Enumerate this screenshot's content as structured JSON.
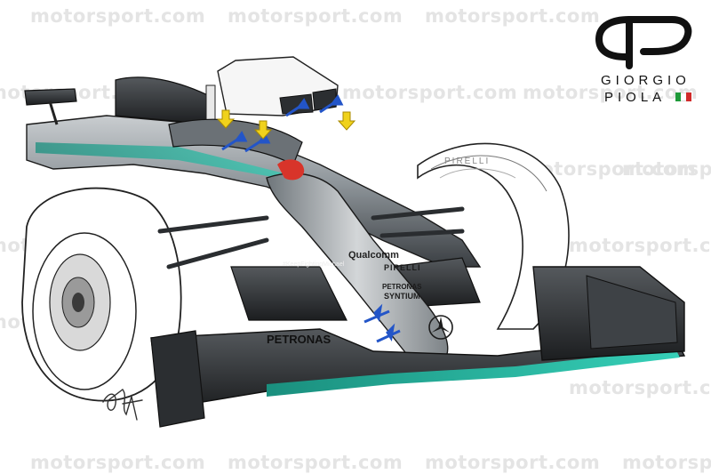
{
  "watermark": {
    "text": "motorsport.com",
    "color": "#e4e4e4"
  },
  "logo": {
    "name": "giorgio-piola-logo",
    "line1": "GIORGIO",
    "line2": "PIOLA",
    "flag_colors": [
      "#1f9a3a",
      "#ffffff",
      "#d02a2a"
    ]
  },
  "livery": {
    "qualcomm": "Qualcomm",
    "pirelli": "PIRELLI",
    "petronas_syntium_1": "PETRONAS",
    "petronas_syntium_2": "SYNTIUM",
    "petronas_wing": "PETRONAS",
    "hashtag": "#KeepFightingMichael",
    "tyre_brand": "PIRELLI"
  },
  "colors": {
    "body": "#9ea4a8",
    "body_dark": "#2a2d30",
    "accent": "#1fb5a0",
    "arrow_blue": "#2355c8",
    "arrow_yellow": "#f0d21c",
    "nose_mark": "#d8342a"
  },
  "icons": [
    "mercedes-star-icon",
    "airflow-arrow-icon"
  ],
  "signature": "artist-signature"
}
